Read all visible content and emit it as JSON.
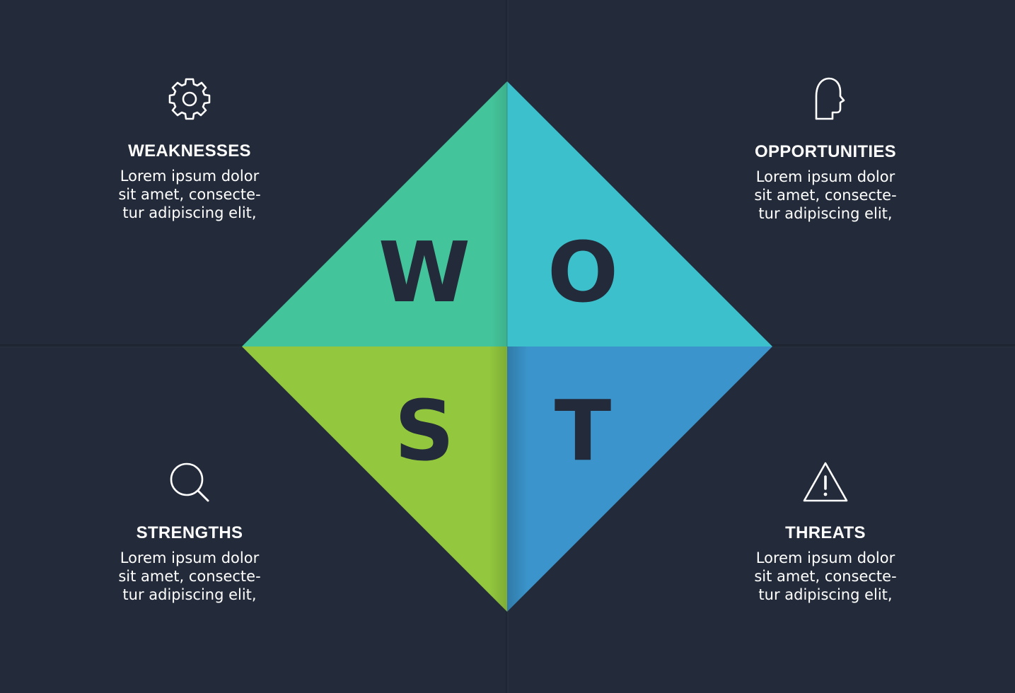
{
  "colors": {
    "background": "#232b3a",
    "weaknesses": "#44c49a",
    "opportunities": "#3cc0cc",
    "strengths": "#93c83e",
    "threats": "#3b95cc",
    "text": "#ffffff"
  },
  "quadrants": {
    "weaknesses": {
      "letter": "W",
      "title": "WEAKNESSES",
      "icon": "gear-icon",
      "text": "Lorem ipsum dolor\nsit amet, consecte-\ntur adipiscing elit,"
    },
    "opportunities": {
      "letter": "O",
      "title": "OPPORTUNITIES",
      "icon": "head-icon",
      "text": "Lorem ipsum dolor\nsit amet, consecte-\ntur adipiscing elit,"
    },
    "strengths": {
      "letter": "S",
      "title": "STRENGTHS",
      "icon": "search-icon",
      "text": "Lorem ipsum dolor\nsit amet, consecte-\ntur adipiscing elit,"
    },
    "threats": {
      "letter": "T",
      "title": "THREATS",
      "icon": "warning-icon",
      "text": "Lorem ipsum dolor\nsit amet, consecte-\ntur adipiscing elit,"
    }
  }
}
